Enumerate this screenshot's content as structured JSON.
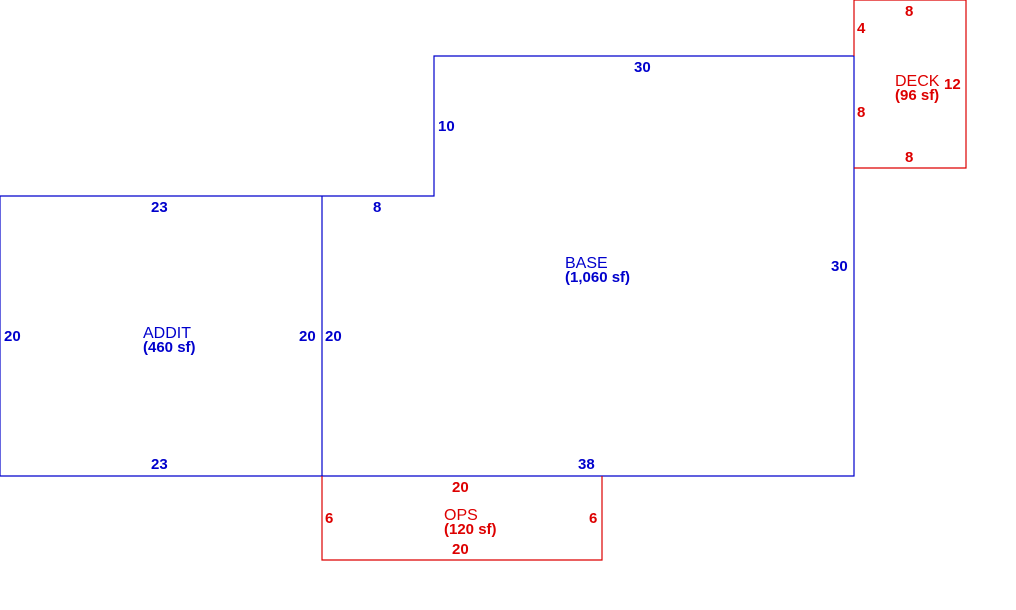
{
  "colors": {
    "base": "#0000cc",
    "addon": "#dd0000"
  },
  "areas": {
    "base": {
      "name": "BASE",
      "area": "(1,060 sf)"
    },
    "addit": {
      "name": "ADDIT",
      "area": "(460 sf)"
    },
    "deck": {
      "name": "DECK",
      "area": "(96 sf)"
    },
    "ops": {
      "name": "OPS",
      "area": "(120 sf)"
    }
  },
  "dims": {
    "base": {
      "top": "30",
      "step_vertical": "10",
      "step_horizontal": "8",
      "right": "30",
      "left": "20",
      "bottom": "38"
    },
    "addit": {
      "top": "23",
      "left": "20",
      "right": "20",
      "bottom": "23"
    },
    "deck": {
      "top": "8",
      "left_upper": "4",
      "left_lower": "8",
      "right": "12",
      "bottom": "8"
    },
    "ops": {
      "top": "20",
      "left": "6",
      "right": "6",
      "bottom": "20"
    }
  }
}
